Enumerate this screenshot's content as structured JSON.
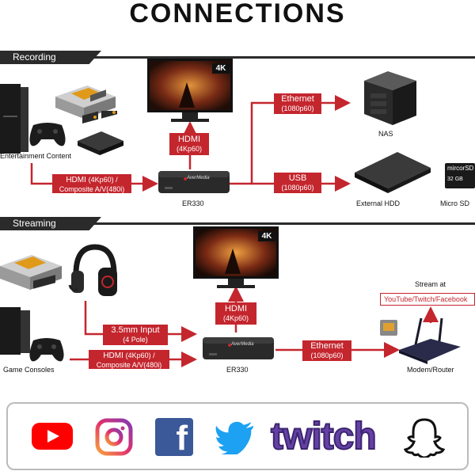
{
  "title": "CONNECTIONS",
  "recording": {
    "section_label": "Recording",
    "entertainment_caption": "Entertainment Content",
    "hdmi_in": {
      "main": "HDMI",
      "sub1": "(4Kp60) /",
      "sub2": "Composite A/V(480i)"
    },
    "hdmi_out": {
      "main": "HDMI",
      "sub": "(4Kp60)"
    },
    "ethernet": {
      "main": "Ethernet",
      "sub": "(1080p60)"
    },
    "usb": {
      "main": "USB",
      "sub": "(1080p60)"
    },
    "device_caption": "ER330",
    "nas_caption": "NAS",
    "hdd_caption": "External HDD",
    "sd_caption": "Micro SD",
    "sd_card_text": "mircorSD",
    "sd_card_size": "32 GB",
    "monitor_badge": "4K"
  },
  "streaming": {
    "section_label": "Streaming",
    "consoles_caption": "Game Consoles",
    "audio_in": {
      "main": "3.5mm Input",
      "sub": "(4 Pole)"
    },
    "hdmi_in": {
      "main": "HDMI",
      "sub1": "(4Kp60) /",
      "sub2": "Composite A/V(480i)"
    },
    "hdmi_out": {
      "main": "HDMI",
      "sub": "(4Kp60)"
    },
    "ethernet": {
      "main": "Ethernet",
      "sub": "(1080p60)"
    },
    "device_caption": "ER330",
    "router_caption": "Modem/Router",
    "stream_at": "Stream at",
    "platforms": "YouTube/Twitch/Facebook",
    "monitor_badge": "4K"
  },
  "device_brand": "AverMedia",
  "logos": [
    "youtube-icon",
    "instagram-icon",
    "facebook-icon",
    "twitter-icon",
    "twitch-icon",
    "snapchat-icon"
  ],
  "logo_text": {
    "facebook": "f",
    "twitch": "twitch"
  },
  "colors": {
    "accent": "#c4262e",
    "dark": "#2b2b2b",
    "youtube": "#ff0000",
    "facebook": "#3b5998",
    "twitter": "#1da1f2",
    "twitch": "#6441a5"
  }
}
